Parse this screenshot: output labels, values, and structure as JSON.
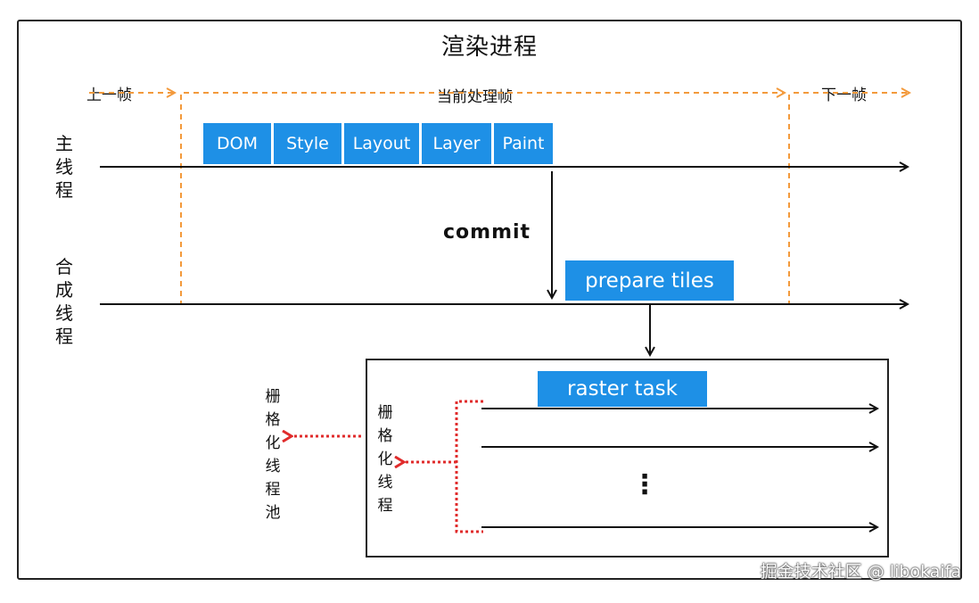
{
  "title": "渲染进程",
  "frames": {
    "previous": "上一帧",
    "current": "当前处理帧",
    "next": "下一帧"
  },
  "threads": {
    "main": [
      "主",
      "线",
      "程"
    ],
    "compositor": [
      "合",
      "成",
      "线",
      "程"
    ],
    "raster_thread": [
      "栅",
      "格",
      "化",
      "线",
      "程"
    ],
    "raster_pool": [
      "栅",
      "格",
      "化",
      "线",
      "程",
      "池"
    ]
  },
  "main_stages": [
    {
      "label": "DOM"
    },
    {
      "label": "Style"
    },
    {
      "label": "Layout"
    },
    {
      "label": "Layer"
    },
    {
      "label": "Paint"
    }
  ],
  "commit_label": "commit",
  "prepare_tiles_label": "prepare tiles",
  "raster_task_label": "raster task",
  "ellipsis": "⋮",
  "watermark": "掘金技术社区 @ libokaifa",
  "colors": {
    "stage_blue": "#1e90e6",
    "frame_orange": "#f39a3c",
    "raster_red": "#e02b2b",
    "line": "#111111"
  }
}
